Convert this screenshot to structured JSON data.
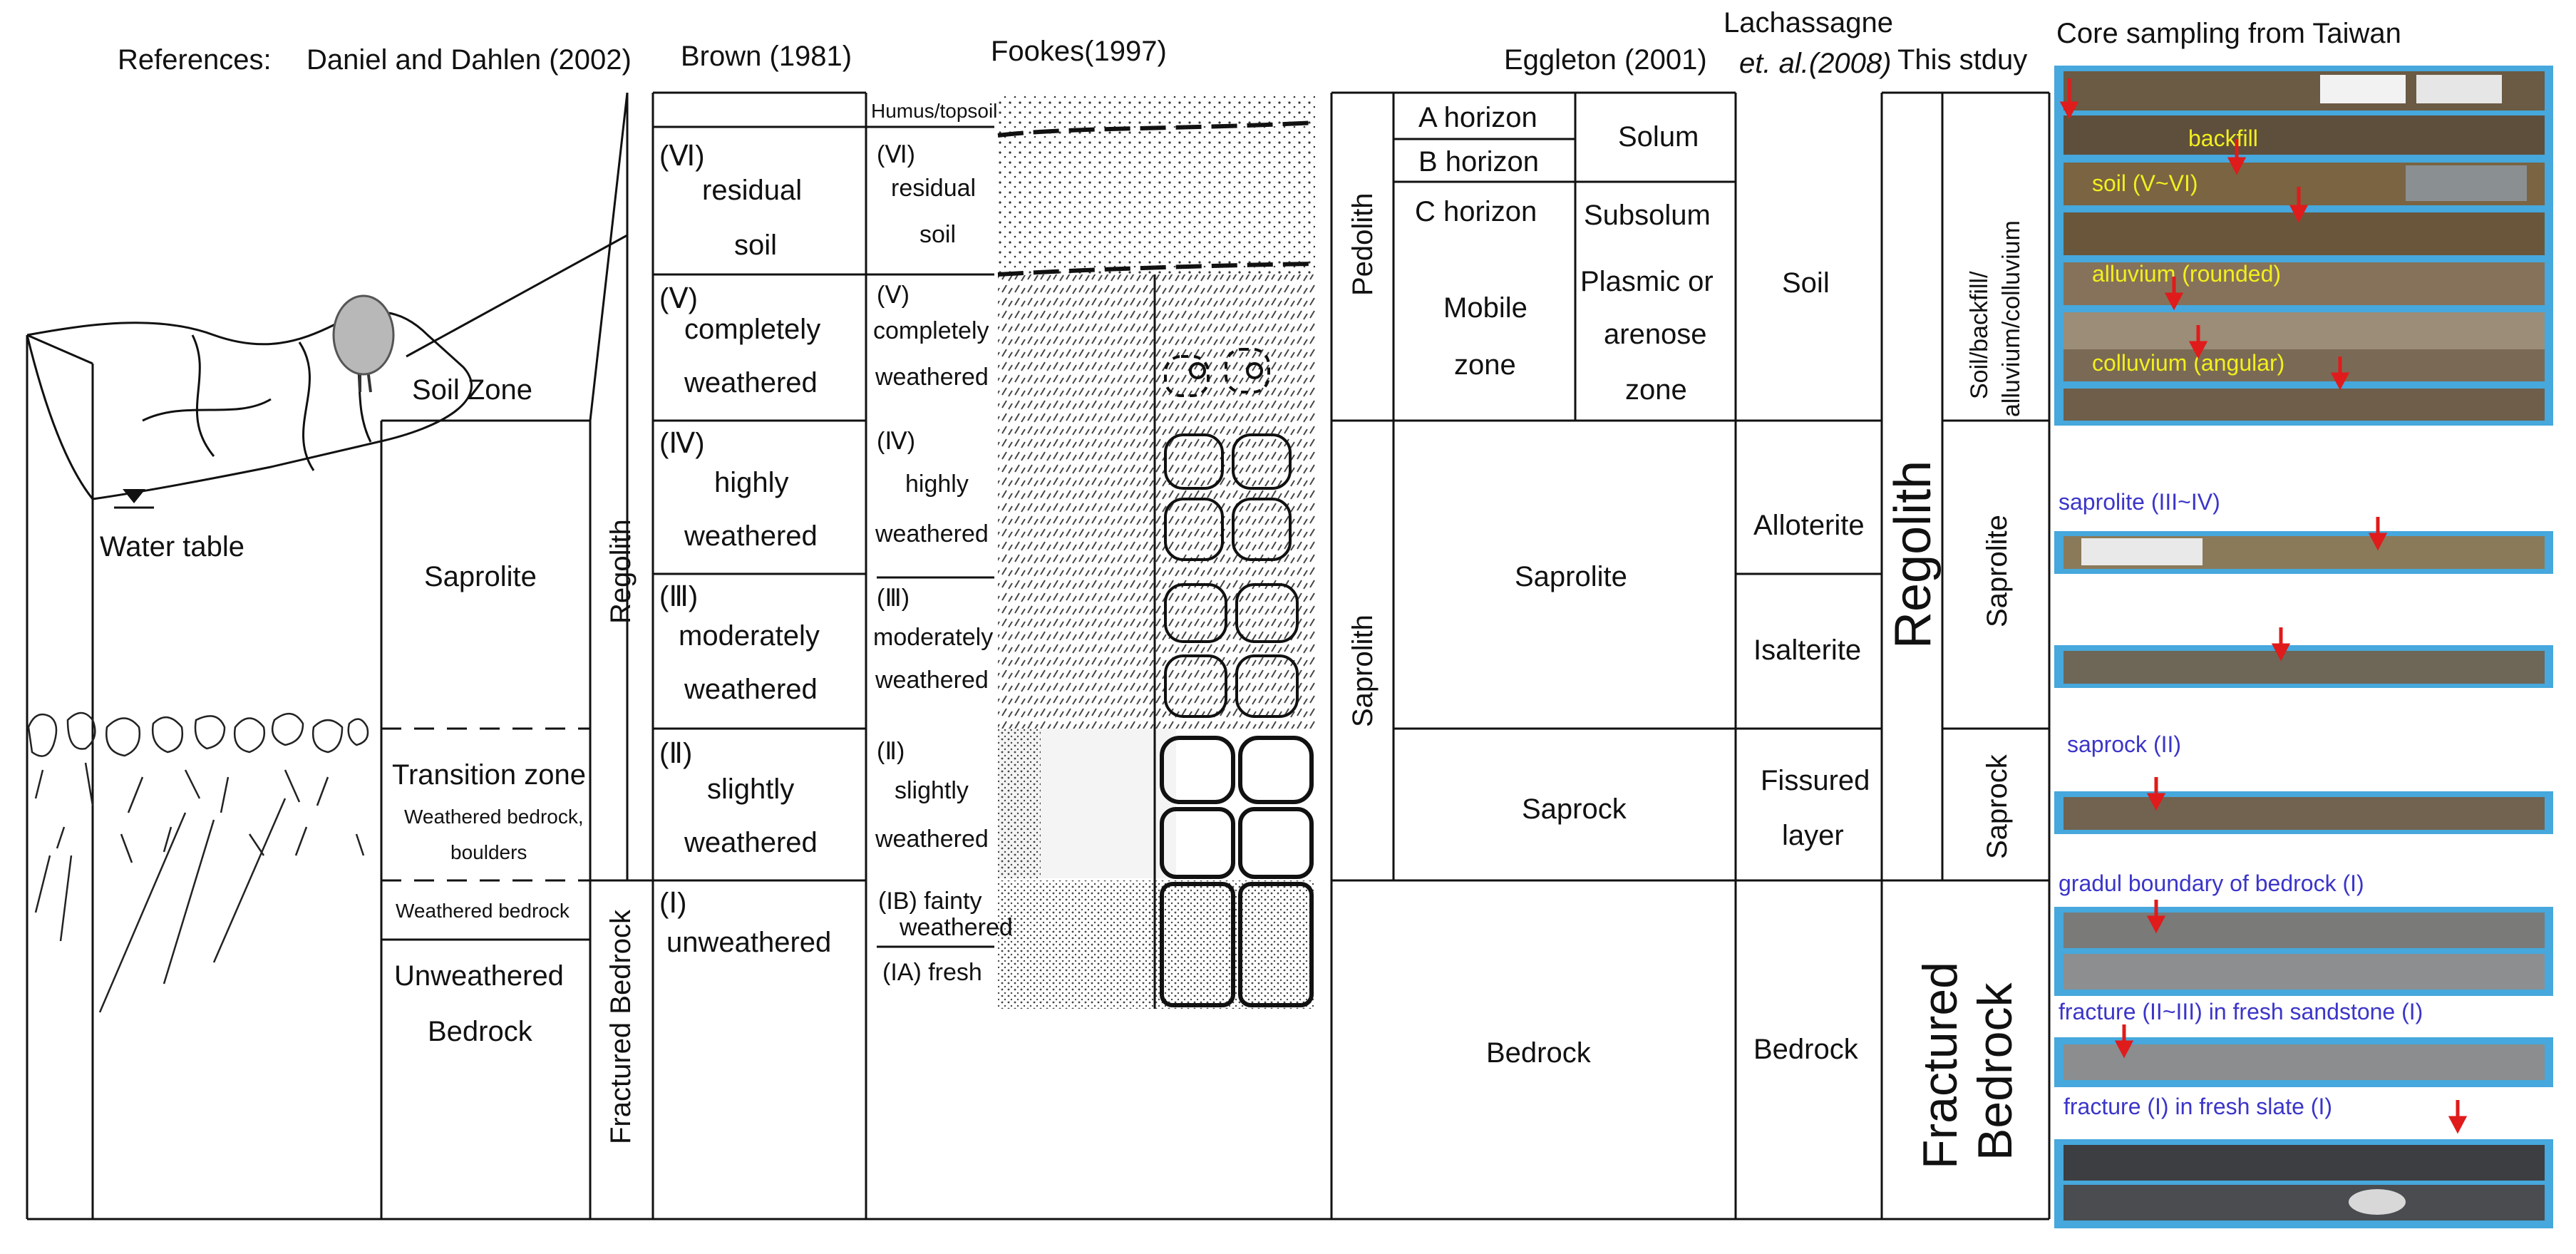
{
  "header": {
    "references": "References:",
    "daniel": "Daniel and Dahlen (2002)",
    "brown": "Brown (1981)",
    "fookes": "Fookes(1997)",
    "eggleton": "Eggleton (2001)",
    "lach_1": "Lachassagne",
    "lach_2": "et. al.(2008)",
    "this_study": "This stduy",
    "core_title": "Core sampling from Taiwan"
  },
  "sketch": {
    "water_table": "Water table"
  },
  "daniel": {
    "soil_zone": "Soil Zone",
    "saprolite": "Saprolite",
    "transition_1": "Transition zone",
    "transition_2": "Weathered bedrock,",
    "transition_3": "boulders",
    "weathered_bedrock": "Weathered bedrock",
    "unweathered_1": "Unweathered",
    "unweathered_2": "Bedrock"
  },
  "brown": {
    "regolith": "Regolith",
    "fractured_bedrock": "Fractured Bedrock",
    "vi_num": "(Ⅵ)",
    "vi_1": "residual",
    "vi_2": "soil",
    "v_num": "(Ⅴ)",
    "v_1": "completely",
    "v_2": "weathered",
    "iv_num": "(Ⅳ)",
    "iv_1": "highly",
    "iv_2": "weathered",
    "iii_num": "(Ⅲ)",
    "iii_1": "moderately",
    "iii_2": "weathered",
    "ii_num": "(Ⅱ)",
    "ii_1": "slightly",
    "ii_2": "weathered",
    "i_num": "(Ⅰ)",
    "i_1": "unweathered"
  },
  "fookes": {
    "humus": "Humus/topsoil",
    "vi_num": "(Ⅵ)",
    "vi_1": "residual",
    "vi_2": "soil",
    "v_num": "(Ⅴ)",
    "v_1": "completely",
    "v_2": "weathered",
    "iv_num": "(Ⅳ)",
    "iv_1": "highly",
    "iv_2": "weathered",
    "iii_num": "(Ⅲ)",
    "iii_1": "moderately",
    "iii_2": "weathered",
    "ii_num": "(Ⅱ)",
    "ii_1": "slightly",
    "ii_2": "weathered",
    "ib_1": "(IB) fainty",
    "ib_2": "weathered",
    "ia": "(IA) fresh"
  },
  "eggleton": {
    "pedolith": "Pedolith",
    "saprolith": "Saprolith",
    "a_horizon": "A horizon",
    "b_horizon": "B horizon",
    "c_horizon": "C horizon",
    "mobile_1": "Mobile",
    "mobile_2": "zone",
    "solum": "Solum",
    "subsolum": "Subsolum",
    "plasmic_1": "Plasmic or",
    "plasmic_2": "arenose",
    "plasmic_3": "zone",
    "saprolite": "Saprolite",
    "saprock": "Saprock",
    "bedrock": "Bedrock"
  },
  "lachassagne": {
    "soil": "Soil",
    "alloterite": "Alloterite",
    "isalterite": "Isalterite",
    "fissured_1": "Fissured",
    "fissured_2": "layer",
    "bedrock": "Bedrock"
  },
  "this_study": {
    "regolith": "Regolith",
    "fractured_1": "Fractured",
    "fractured_2": "Bedrock",
    "soil_1": "Soil/backfill/",
    "soil_2": "alluvium/colluvium",
    "saprolite": "Saprolite",
    "saprock": "Saprock"
  },
  "cores": {
    "backfill": "backfill",
    "soil": "soil (V~VI)",
    "alluvium": "alluvium (rounded)",
    "colluvium": "colluvium (angular)",
    "saprolite": "saprolite (III~IV)",
    "saprock": "saprock (II)",
    "gradual": "gradul boundary of bedrock (I)",
    "fracture_sandstone": "fracture (II~III) in fresh sandstone (I)",
    "fracture_slate": "fracture (I) in fresh slate (I)"
  },
  "colors": {
    "line": "#111111",
    "label_yellow": "#f2ef1e",
    "label_blue": "#3b35c9",
    "arrow_red": "#e01b1b",
    "core_frame": "#46a8dc"
  }
}
